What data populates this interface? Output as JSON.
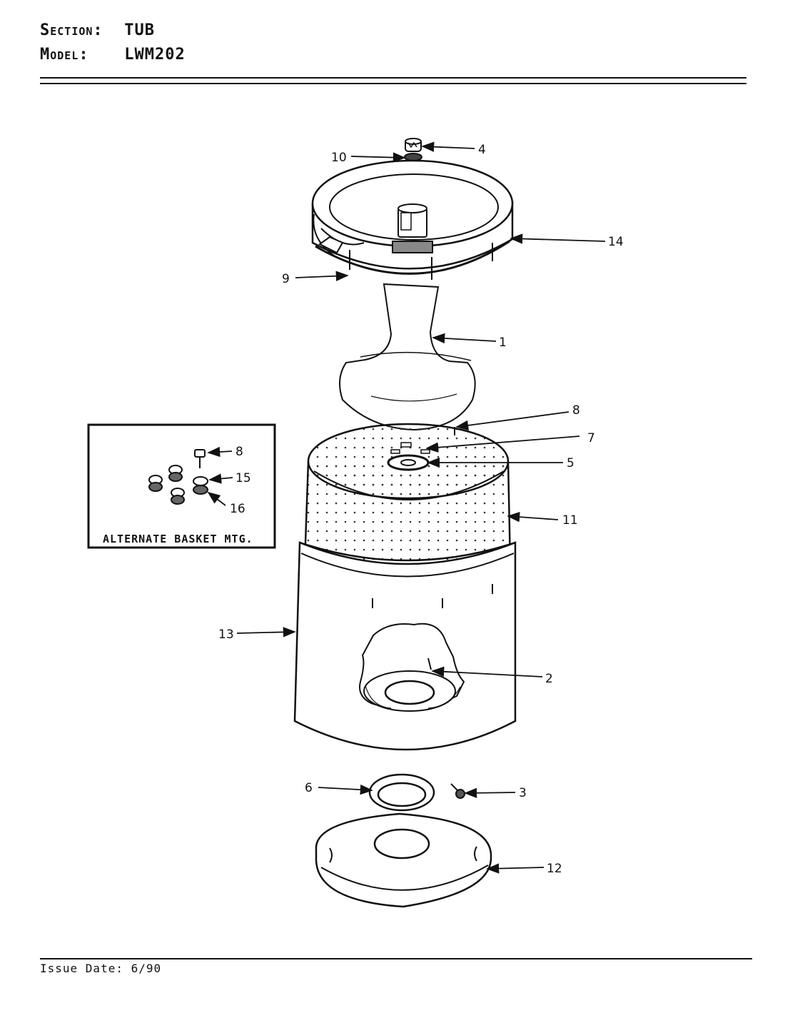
{
  "header": {
    "section_label": "Section:",
    "section_value": "TUB",
    "model_label": "Model:",
    "model_value": "LWM202"
  },
  "footer": {
    "issue_date": "Issue Date: 6/90"
  },
  "inset": {
    "caption": "ALTERNATE BASKET MTG.",
    "callouts": [
      "8",
      "15",
      "16"
    ]
  },
  "callouts": [
    "4",
    "10",
    "14",
    "9",
    "1",
    "8",
    "7",
    "5",
    "11",
    "13",
    "2",
    "6",
    "3",
    "12"
  ]
}
